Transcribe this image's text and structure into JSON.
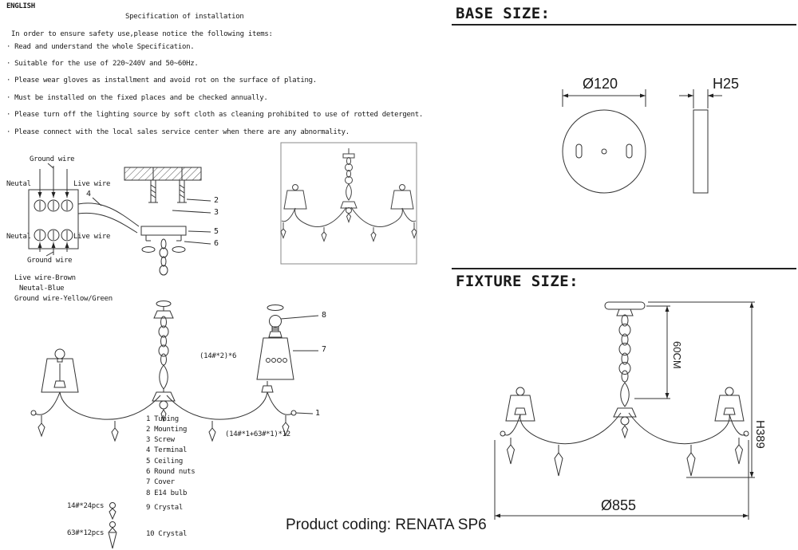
{
  "doc": {
    "language_label": "ENGLISH",
    "title": "Specification of installation",
    "intro": "In order to ensure safety use,please notice the following items:",
    "bullet": "·",
    "items": [
      "Read and understand the whole Specification.",
      "Suitable for the use of 220~240V and 50~60Hz.",
      "Please wear gloves as installment and avoid rot on the surface of plating.",
      "Must be installed on the fixed places and be checked annually.",
      "Please turn off the lighting source by soft cloth as cleaning prohibited to use of rotted detergent.",
      "Please connect with the local sales service center when there are any abnormality."
    ]
  },
  "wiring": {
    "ground_wire_top": "Ground wire",
    "neutral_top": "Neutal",
    "live_top": "Live wire",
    "neutral_bottom": "Neutal",
    "live_bottom": "Live wire",
    "ground_wire_bottom": "Ground wire",
    "legend_live": "Live wire-Brown",
    "legend_neutral": "Neutal-Blue",
    "legend_ground": "Ground wire-Yellow/Green"
  },
  "callouts": {
    "c1": "1",
    "c2": "2",
    "c3": "3",
    "c4": "4",
    "c5": "5",
    "c6": "6",
    "c7": "7",
    "c8": "8"
  },
  "quantities": {
    "shade_screws": "(14#*2)*6",
    "arm_crystals": "(14#*1+63#*1)*12",
    "crystal_small": "14#*24pcs",
    "crystal_large": "63#*12pcs"
  },
  "parts_list": [
    {
      "num": "1",
      "label": "Tubing"
    },
    {
      "num": "2",
      "label": "Mounting"
    },
    {
      "num": "3",
      "label": "Screw"
    },
    {
      "num": "4",
      "label": "Terminal"
    },
    {
      "num": "5",
      "label": "Ceiling"
    },
    {
      "num": "6",
      "label": "Round nuts"
    },
    {
      "num": "7",
      "label": "Cover"
    },
    {
      "num": "8",
      "label": "E14 bulb"
    },
    {
      "num": "9",
      "label": "Crystal"
    },
    {
      "num": "10",
      "label": "Crystal"
    }
  ],
  "base_size": {
    "heading": "BASE SIZE:",
    "diameter_label": "Ø120",
    "height_label": "H25"
  },
  "fixture_size": {
    "heading": "FIXTURE SIZE:",
    "chain_length_label": "60CM",
    "height_label": "H389",
    "diameter_label": "Ø855"
  },
  "footer": {
    "product_coding": "Product coding: RENATA SP6"
  },
  "colors": {
    "ink": "#1a1a1a",
    "paper": "#ffffff"
  }
}
